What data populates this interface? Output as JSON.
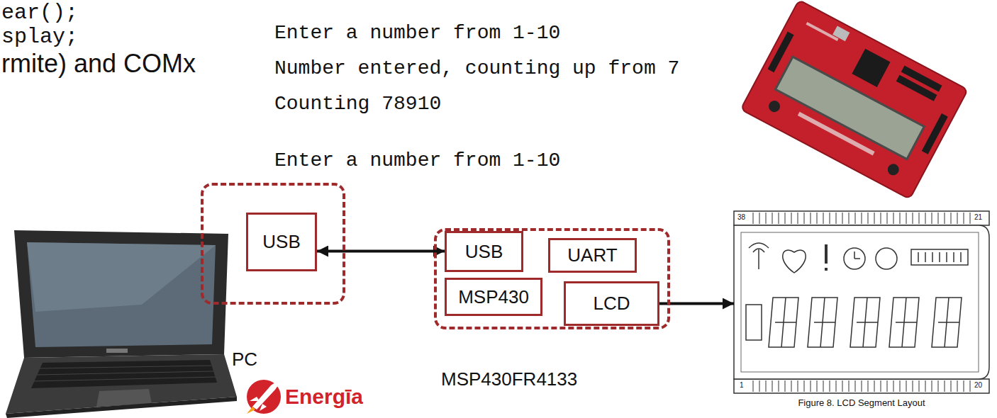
{
  "diagram": {
    "nodes": [
      {
        "text": [
          "PC"
        ]
      },
      {
        "text": [
          "USB"
        ],
        "in": 0
      },
      {
        "text": [
          "MSP430FR4133"
        ]
      },
      {
        "text": [
          "USB"
        ],
        "in": 2
      },
      {
        "text": [
          "UART"
        ],
        "in": 2
      },
      {
        "text": [
          "MSP430"
        ],
        "in": 2
      },
      {
        "text": [
          "LCD"
        ],
        "in": 2
      },
      {
        "text": [
          "Figure 8. LCD Segment Layout"
        ]
      }
    ],
    "edges": [
      {
        "from": 1,
        "to": 3,
        "arrow": "both"
      },
      {
        "from": 6,
        "to": 7,
        "arrow": "to"
      }
    ],
    "labels": [
      "ear();",
      "splay;",
      "rmite) and COMx",
      "Enter a number from 1-10",
      "Number entered, counting up from 7",
      "Counting 78910",
      "Enter a number from 1-10",
      "38",
      "21",
      "1",
      "20",
      "Energīa"
    ]
  }
}
